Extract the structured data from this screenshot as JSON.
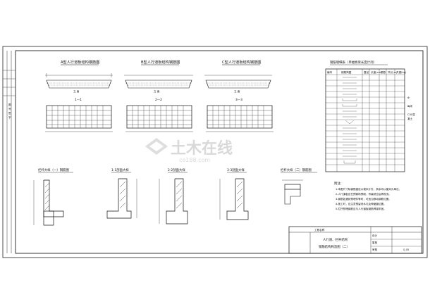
{
  "watermark": {
    "brand": "土木在线",
    "domain": "co188.com"
  },
  "plan_titles": [
    "A型人行道板结构钢筋图",
    "B型人行道板结构钢筋图",
    "C型人行道板结构钢筋图"
  ],
  "plan_notes": [
    "立 面",
    "立 面",
    "立 面"
  ],
  "section_titles": [
    "1—1",
    "2—2",
    "3—3"
  ],
  "detail_titles": [
    "栏杆大样（一）钢筋图",
    "1-1剖面大样",
    "2-2剖面大样",
    "3-3剖面大样",
    "栏杆大样（二）钢筋图"
  ],
  "table": {
    "title": "钢筋明细表（单幅桥梁长度计列）",
    "headers": [
      "编号",
      "钢筋简图",
      "直径",
      "长度(cm)",
      "根数",
      "共长(m)",
      "共重(kg)"
    ],
    "side_notes": [
      "Φ",
      "每米",
      "C30混",
      "凝土"
    ]
  },
  "notes": {
    "title": "附注：",
    "lines": [
      "1.本图尺寸除钢筋直径以毫米计外，其余均以厘米为单位。",
      "2.人行道板应在预制场预制，吊装就位后再现浇。",
      "3.钢筋如遇到预埋件等时，可适当移动钢筋位置。",
      "4.施工时，应注意预留泄水孔及伸缩缝位置。",
      "5.栏杆预埋钢筋应与人行道板钢筋焊接牢固。"
    ]
  },
  "title_block": {
    "header": "工程名称",
    "project": "人行道、栏杆结构",
    "drawing": "钢筋结构构造图（二）",
    "labels": [
      "设计",
      "复核",
      "审核"
    ],
    "sheet_no": "S-05"
  },
  "left_strip": [
    "图",
    "号",
    "签",
    "字"
  ]
}
